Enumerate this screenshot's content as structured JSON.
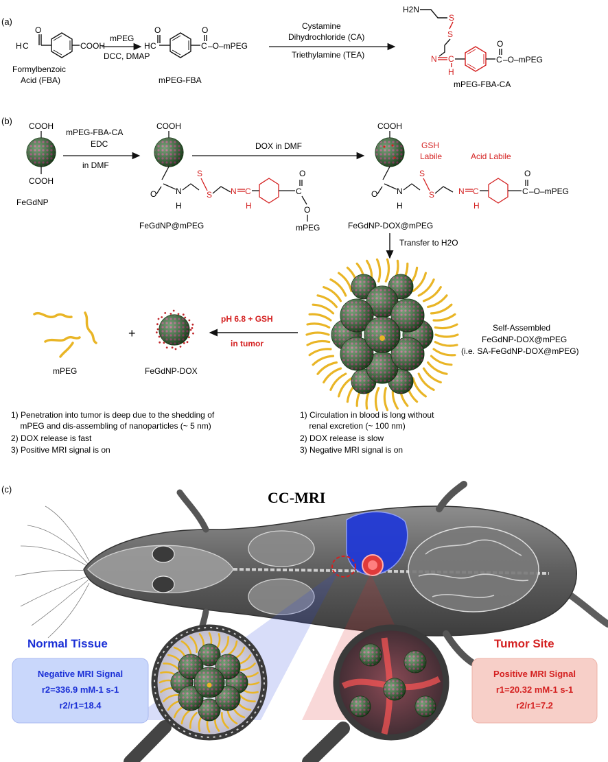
{
  "panel_a": {
    "label": "(a)",
    "fba_line1": "Formylbenzoic",
    "fba_line2": "Acid (FBA)",
    "h_prefix": "H",
    "cooh": "COOH",
    "oxy": "O",
    "step1_reagent": "mPEG",
    "step1_cond": "DCC, DMAP",
    "o_mpeg": "–O–mPEG",
    "mpeg_fba": "mPEG-FBA",
    "step2_line1": "Cystamine",
    "step2_line2": "Dihydrochloride (CA)",
    "step2_line3": "Triethylamine (TEA)",
    "h2n": "H2N",
    "s": "S",
    "n": "N",
    "h": "H",
    "mpeg_fba_ca": "mPEG-FBA-CA"
  },
  "panel_b": {
    "label": "(b)",
    "cooh": "COOH",
    "fegdnp": "FeGdNP",
    "reagent_line1": "mPEG-FBA-CA",
    "reagent_line2": "EDC",
    "reagent_line3": "in DMF",
    "dox_in_dmf": "DOX in DMF",
    "fegdnp_mpeg": "FeGdNP@mPEG",
    "mpeg": "mPEG",
    "o": "O",
    "n": "N",
    "h": "H",
    "s": "S",
    "gsh_line1": "GSH",
    "gsh_line2": "Labile",
    "acid_labile": "Acid Labile",
    "o_mpeg": "–O–mPEG",
    "fegdnp_dox_mpeg": "FeGdNP-DOX@mPEG",
    "transfer": "Transfer to H2O",
    "sa_line1": "Self-Assembled",
    "sa_line2": "FeGdNP-DOX@mPEG",
    "sa_line3": "(i.e. SA-FeGdNP-DOX@mPEG)",
    "cond_line1": "pH 6.8 + GSH",
    "cond_line2": "in tumor",
    "plus": "+",
    "mpeg_label": "mPEG",
    "fegdnp_dox": "FeGdNP-DOX",
    "left_notes": [
      "1) Penetration into tumor is deep due to the shedding of",
      "    mPEG and dis-assembling of nanoparticles (~ 5 nm)",
      "2) DOX release is fast",
      "3) Positive MRI signal is on"
    ],
    "right_notes": [
      "1) Circulation in blood is long without",
      "    renal excretion (~ 100 nm)",
      "2) DOX release is slow",
      "3) Negative MRI signal is on"
    ]
  },
  "panel_c": {
    "label": "(c)",
    "title": "CC-MRI",
    "normal_tissue": "Normal Tissue",
    "tumor_site": "Tumor Site",
    "neg_title": "Negative MRI Signal",
    "neg_r2": "r2=336.9 mM-1 s-1",
    "neg_ratio": "r2/r1=18.4",
    "pos_title": "Positive MRI Signal",
    "pos_r1": "r1=20.32 mM-1 s-1",
    "pos_ratio": "r2/r1=7.2"
  },
  "colors": {
    "red_accent": "#d42020",
    "blue_accent": "#1a2fd6",
    "particle_green": "#2e7a2e",
    "peg_yellow": "#e9b526",
    "neg_box": "#c9d7fb",
    "pos_box": "#f7cfc8"
  }
}
